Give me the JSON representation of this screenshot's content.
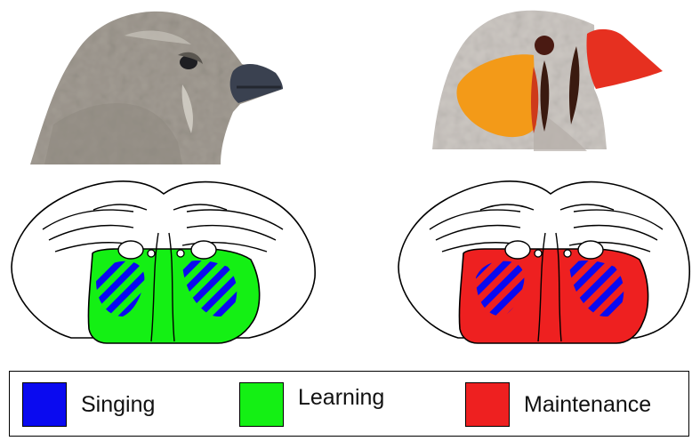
{
  "colors": {
    "singing": "#0a0af0",
    "learning": "#14f014",
    "maintenance": "#ee2020",
    "juvenile_plumage": "#a09a92",
    "adult_cheek": "#f39a18",
    "adult_beak": "#e63020",
    "juvenile_beak": "#3a4150"
  },
  "panels": [
    {
      "bird": "juvenile-finch-head",
      "brain_fill": "learning"
    },
    {
      "bird": "adult-male-finch-head",
      "brain_fill": "maintenance"
    }
  ],
  "legend": {
    "items": [
      {
        "key": "singing",
        "label": "Singing"
      },
      {
        "key": "learning",
        "label": "Learning"
      },
      {
        "key": "maintenance",
        "label": "Maintenance"
      }
    ]
  }
}
